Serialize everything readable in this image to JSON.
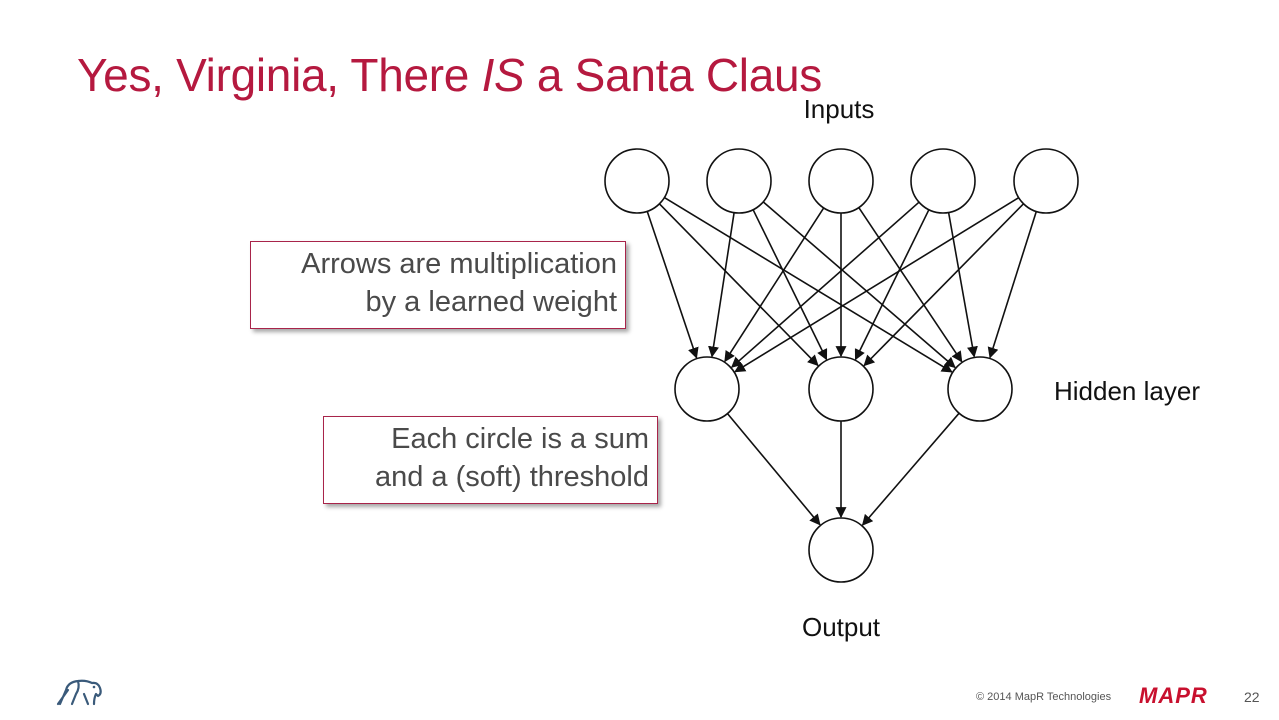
{
  "slide": {
    "title_pre": "Yes, Virginia, There ",
    "title_em": "IS",
    "title_post": " a Santa Claus"
  },
  "diagram": {
    "labels": {
      "inputs": "Inputs",
      "hidden": "Hidden layer",
      "output": "Output"
    },
    "layers": {
      "input": 5,
      "hidden": 3,
      "output": 1
    },
    "callouts": {
      "arrows": [
        "Arrows are multiplication",
        "by a learned weight"
      ],
      "circles": [
        "Each circle is a sum",
        "and a (soft)  threshold"
      ]
    }
  },
  "footer": {
    "copyright": "© 2014 MapR Technologies",
    "brand": "MAPR",
    "page": "22"
  },
  "colors": {
    "title": "#b5193f",
    "accent_border": "#a8244a",
    "brand": "#c8102e"
  }
}
